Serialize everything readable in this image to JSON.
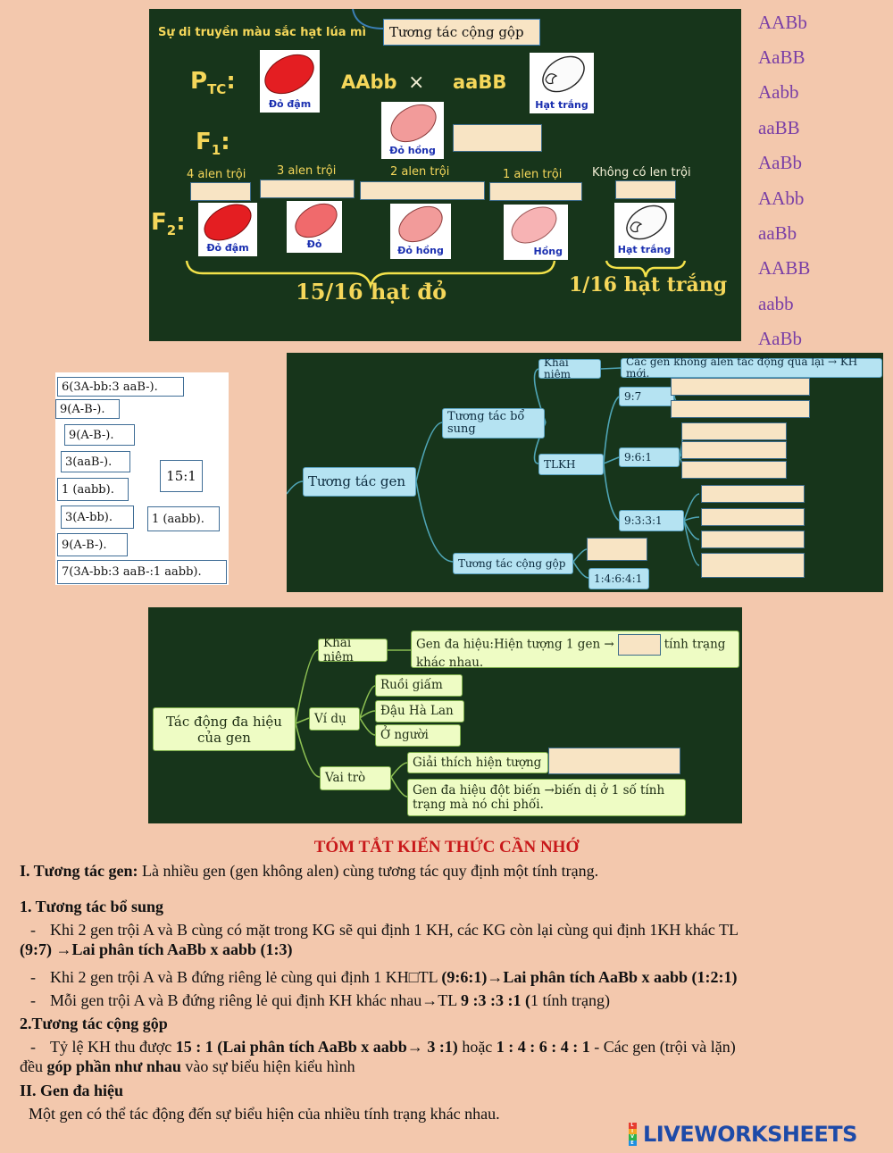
{
  "colors": {
    "board": "#17351b",
    "title_red": "#c8181a",
    "option_purple": "#7a3fa6",
    "node_blue": "#b5e3f2",
    "node_green": "#eefcc4",
    "dropzone": "#f8e4c4"
  },
  "top": {
    "title": "Sự di truyền màu sắc hạt lúa mì",
    "type_box": "Tương tác cộng gộp",
    "p_label": "P",
    "p_sub": "TC",
    "p_colon": ":",
    "f1_label": "F",
    "f1_sub": "1",
    "f1_colon": ":",
    "f2_label": "F",
    "f2_sub": "2",
    "f2_colon": ":",
    "parent1_genotype": "AAbb",
    "cross": "×",
    "parent2_genotype": "aaBB",
    "seed_p1": "Đỏ đậm",
    "seed_p2": "Hạt trắng",
    "seed_f1": "Đỏ hồng",
    "f2_headers": [
      "4 alen trội",
      "3 alen trội",
      "2 alen trội",
      "1 alen trội",
      "Không có len trội"
    ],
    "f2_seeds": [
      "Đỏ đậm",
      "Đỏ",
      "Đỏ hồng",
      "Hồng",
      "Hạt trắng"
    ],
    "ratio_red": "15/16 hạt đỏ",
    "ratio_white": "1/16 hạt trắng"
  },
  "genotype_options": [
    "AABb",
    "AaBB",
    "Aabb",
    "aaBB",
    "AaBb",
    "AAbb",
    "aaBb",
    "AABB",
    "aabb",
    "AaBb"
  ],
  "ratio_tiles": [
    "6(3A-bb:3 aaB-).",
    "9(A-B-).",
    "9(A-B-).",
    "3(aaB-).",
    "1 (aabb).",
    "3(A-bb).",
    "9(A-B-).",
    "7(3A-bb:3 aaB-:1 aabb).",
    "15:1",
    "1 (aabb)."
  ],
  "mindmap1": {
    "root": "Tương tác gen",
    "complementary": "Tương tác bổ sung",
    "concept": "Khái niệm",
    "concept_text": "Các gen không alen tác động qua lại → KH mới.",
    "tlkh": "TLKH",
    "r97": "9:7",
    "r961": "9:6:1",
    "r9331": "9:3:3:1",
    "additive": "Tương tác cộng gộp",
    "r14641": "1:4:6:4:1"
  },
  "mindmap2": {
    "root": "Tác động đa hiệu của gen",
    "concept": "Khái niệm",
    "concept_text_a": "Gen đa hiệu:Hiện tượng 1 gen →",
    "concept_text_b": "tính trạng",
    "concept_text_c": "khác nhau.",
    "examples": "Ví dụ",
    "ex1": "Ruồi giấm",
    "ex2": "Đậu Hà Lan",
    "ex3": "Ở người",
    "role": "Vai trò",
    "role1": "Giải thích hiện tượng",
    "role2": "Gen đa hiệu đột biến →biến dị ở 1 số tính trạng mà nó chi phối."
  },
  "summary": {
    "heading": "TÓM TẮT KIẾN THỨC CẦN NHỚ",
    "s1_bold": "I. Tương tác gen:",
    "s1_text": " Là nhiều gen (gen không alen) cùng tương tác quy định một tính trạng.",
    "s2_title": "1. Tương tác bổ sung",
    "b1_text": "Khi 2 gen trội A và B cùng có mặt trong KG sẽ qui định 1 KH, các KG còn lại cùng qui định 1KH khác TL",
    "b1_bold": "(9:7) →Lai phân tích AaBb x aabb (1:3)",
    "b2_text": "Khi 2 gen trội A và B đứng riêng lẻ cùng qui định 1 KH□TL ",
    "b2_bold": "(9:6:1)→Lai phân tích AaBb x aabb (1:2:1)",
    "b3_text": "Mỗi gen trội A và B đứng riêng lẻ qui định KH khác nhau→TL ",
    "b3_bold": "9 :3 :3 :1 (",
    "b3_tail": "1 tính trạng)",
    "s3_title": "2.Tương tác cộng gộp",
    "b4_a": "Tỷ lệ KH thu được ",
    "b4_b": "15 : 1 (Lai phân tích AaBb x aabb→ 3 :1)",
    "b4_c": " hoặc ",
    "b4_d": "1 : 4 : 6 : 4 : 1",
    "b4_e": " - Các gen (trội và lặn)",
    "b4_f": "đều ",
    "b4_g": "góp phần như nhau",
    "b4_h": " vào sự biểu hiện kiểu hình",
    "s4_bold": "II",
    "s4_title": ". Gen đa hiệu",
    "s4_text": "Một gen có thể tác động đến sự biểu hiện của nhiều tính trạng khác nhau."
  },
  "logo": {
    "text": "LIVEWORKSHEETS",
    "badge": "LIVE"
  }
}
